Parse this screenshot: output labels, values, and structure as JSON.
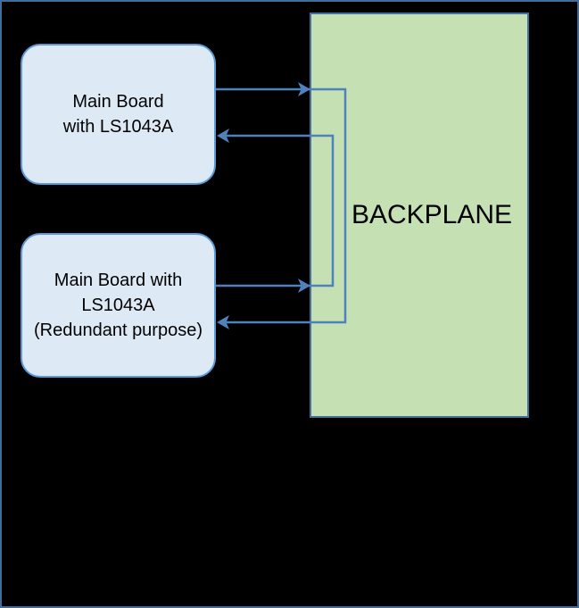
{
  "diagram": {
    "board1": {
      "lines": [
        "Main Board",
        "with LS1043A"
      ]
    },
    "board2": {
      "lines": [
        "Main Board with",
        "LS1043A",
        "(Redundant purpose)"
      ]
    },
    "backplane": {
      "label": "BACKPLANE"
    },
    "colors": {
      "background": "#000000",
      "frame_border": "#3f6e9b",
      "board_fill": "#dde9f5",
      "board_border": "#5b9bd5",
      "backplane_fill": "#c5e0b3",
      "backplane_border": "#41719c",
      "connector": "#4f81bd",
      "text": "#000000"
    }
  }
}
